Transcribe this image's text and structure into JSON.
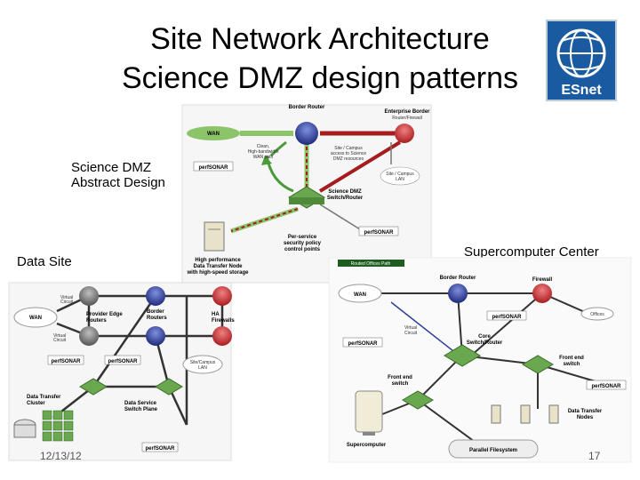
{
  "slide": {
    "title_line1": "Site Network Architecture",
    "title_line2": "Science DMZ design patterns",
    "label_abstract_line1": "Science DMZ",
    "label_abstract_line2": "Abstract Design",
    "label_data_site": "Data Site",
    "label_supercomputer_center": "Supercomputer Center",
    "date": "12/13/12",
    "page_number": "17",
    "logo_text": "ESnet"
  },
  "abstract_diagram": {
    "border_router": "Border Router",
    "enterprise_border_line1": "Enterprise Border",
    "enterprise_border_line2": "Router/Firewall",
    "wan": "WAN",
    "clean_path_line1": "Clean,",
    "clean_path_line2": "High-bandwidth",
    "clean_path_line3": "WAN path",
    "site_access_line1": "Site / Campus",
    "site_access_line2": "access to Science",
    "site_access_line3": "DMZ resources",
    "perfsonar": "perfSONAR",
    "site_lan_line1": "Site / Campus",
    "site_lan_line2": "LAN",
    "dmz_switch_line1": "Science DMZ",
    "dmz_switch_line2": "Switch/Router",
    "security_line1": "Per-service",
    "security_line2": "security policy",
    "security_line3": "control points",
    "dtn_line1": "High performance",
    "dtn_line2": "Data Transfer Node",
    "dtn_line3": "with high-speed storage"
  },
  "datasite_diagram": {
    "wan": "WAN",
    "virtual_circuit_line1": "Virtual",
    "virtual_circuit_line2": "Circuit",
    "provider_edge_line1": "Provider Edge",
    "provider_edge_line2": "Routers",
    "border_routers_line1": "Border",
    "border_routers_line2": "Routers",
    "ha_firewalls_line1": "HA",
    "ha_firewalls_line2": "Firewalls",
    "site_lan_line1": "Site/Campus",
    "site_lan_line2": "LAN",
    "dtn_cluster_line1": "Data Transfer",
    "dtn_cluster_line2": "Cluster",
    "switch_plane_line1": "Data Service",
    "switch_plane_line2": "Switch Plane",
    "perfsonar": "perfSONAR"
  },
  "supercomputer_diagram": {
    "wan": "WAN",
    "border_router": "Border Router",
    "firewall": "Firewall",
    "offices": "Offices",
    "virtual_circuit_line1": "Virtual",
    "virtual_circuit_line2": "Circuit",
    "core_line1": "Core",
    "core_line2": "Switch/Router",
    "front_end_switch_line1": "Front end",
    "front_end_switch_line2": "switch",
    "front_end_switch2_line1": "Front end",
    "front_end_switch2_line2": "switch",
    "supercomputer": "Supercomputer",
    "parallel_fs": "Parallel Filesystem",
    "dtn_line1": "Data Transfer",
    "dtn_line2": "Nodes",
    "routed_offices": "Routed Offices Path",
    "perfsonar": "perfSONAR"
  },
  "colors": {
    "router_red": "#c8262b",
    "router_blue": "#2d3f9a",
    "switch_green": "#6aa84f",
    "wan_green": "#8cc46a",
    "link_red": "#a51c1f",
    "link_dark": "#333333",
    "logo_blue": "#1a5aa0"
  }
}
